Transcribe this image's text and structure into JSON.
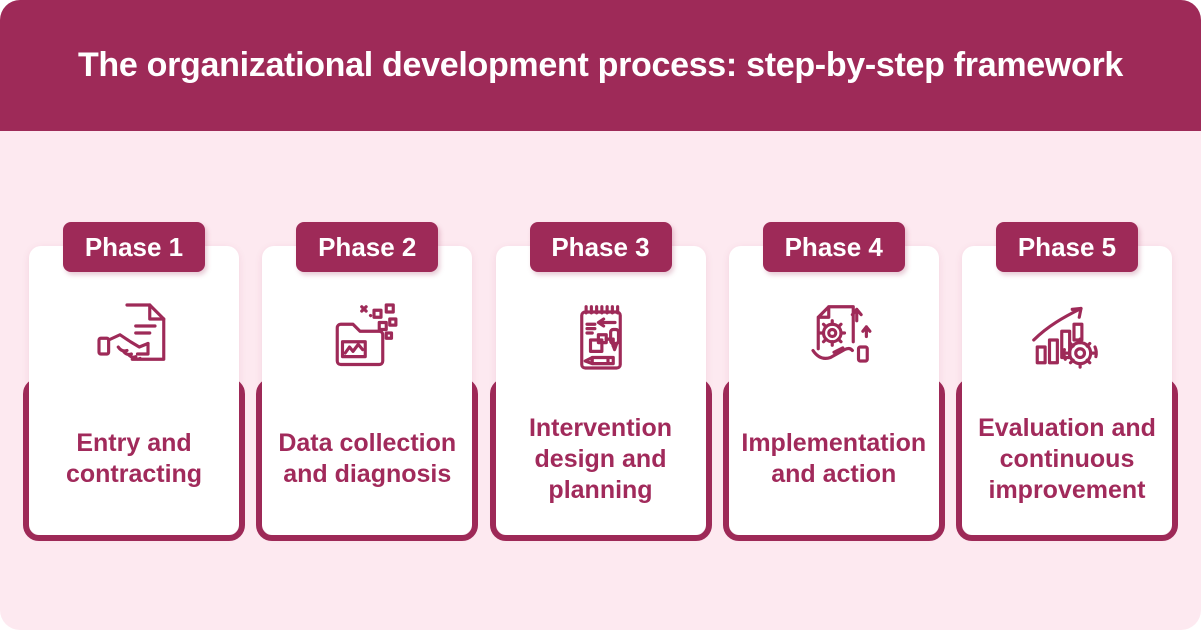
{
  "page": {
    "background_color": "#FDE9F0",
    "accent_color": "#9E2A58",
    "label_text_color": "#A12A5B",
    "card_color": "#FFFFFF"
  },
  "header": {
    "title": "The organizational development process: step-by-step framework"
  },
  "phases": [
    {
      "badge": "Phase 1",
      "label": "Entry and contracting",
      "icon": "handshake-document-icon"
    },
    {
      "badge": "Phase 2",
      "label": "Data collection and diagnosis",
      "icon": "folder-data-icon"
    },
    {
      "badge": "Phase 3",
      "label": "Intervention design and planning",
      "icon": "notepad-planning-icon"
    },
    {
      "badge": "Phase 4",
      "label": "Implementation and action",
      "icon": "document-gear-hand-icon"
    },
    {
      "badge": "Phase 5",
      "label": "Evaluation and continuous improvement",
      "icon": "chart-growth-gear-icon"
    }
  ]
}
